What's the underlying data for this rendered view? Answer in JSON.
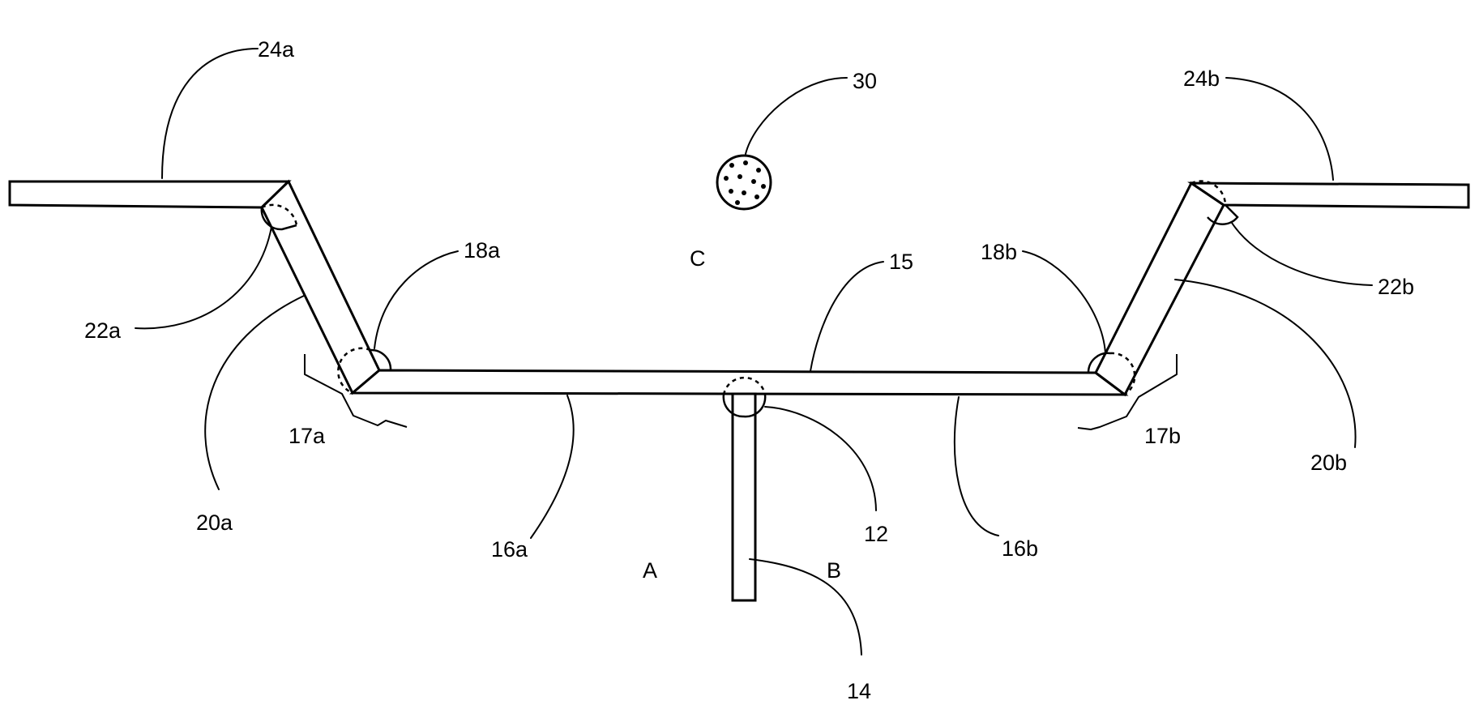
{
  "labels": {
    "l24a": "24a",
    "l24b": "24b",
    "l30": "30",
    "l18a": "18a",
    "l18b": "18b",
    "lC": "C",
    "l15": "15",
    "l22a": "22a",
    "l22b": "22b",
    "l20a": "20a",
    "l20b": "20b",
    "l17a": "17a",
    "l17b": "17b",
    "l16a": "16a",
    "l16b": "16b",
    "l12": "12",
    "l14": "14",
    "lA": "A",
    "lB": "B"
  },
  "colors": {
    "ink": "#000000",
    "paper": "#ffffff"
  }
}
